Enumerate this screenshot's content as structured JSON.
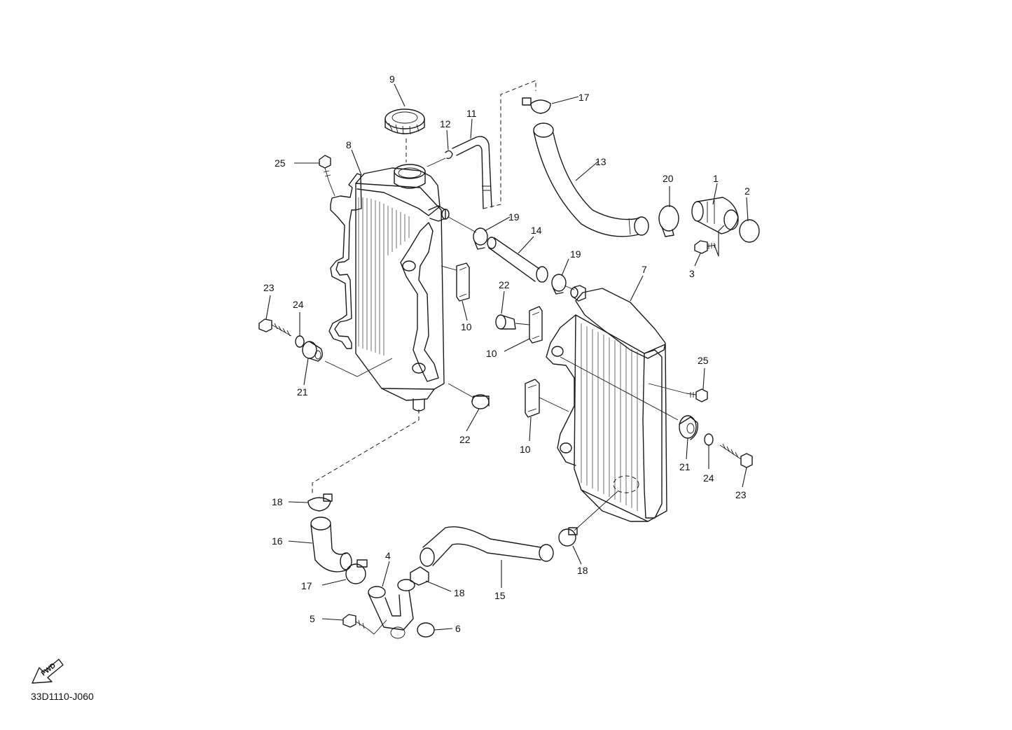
{
  "diagram": {
    "drawing_code": "33D1110-J060",
    "direction_marker": "FWD",
    "callouts": [
      {
        "id": "c1",
        "label": "1"
      },
      {
        "id": "c2",
        "label": "2"
      },
      {
        "id": "c3",
        "label": "3"
      },
      {
        "id": "c4",
        "label": "4"
      },
      {
        "id": "c5",
        "label": "5"
      },
      {
        "id": "c6",
        "label": "6"
      },
      {
        "id": "c7",
        "label": "7"
      },
      {
        "id": "c8",
        "label": "8"
      },
      {
        "id": "c9",
        "label": "9"
      },
      {
        "id": "c10a",
        "label": "10"
      },
      {
        "id": "c10b",
        "label": "10"
      },
      {
        "id": "c10c",
        "label": "10"
      },
      {
        "id": "c11",
        "label": "11"
      },
      {
        "id": "c12",
        "label": "12"
      },
      {
        "id": "c13",
        "label": "13"
      },
      {
        "id": "c14",
        "label": "14"
      },
      {
        "id": "c15",
        "label": "15"
      },
      {
        "id": "c16",
        "label": "16"
      },
      {
        "id": "c17a",
        "label": "17"
      },
      {
        "id": "c17b",
        "label": "17"
      },
      {
        "id": "c18a",
        "label": "18"
      },
      {
        "id": "c18b",
        "label": "18"
      },
      {
        "id": "c18c",
        "label": "18"
      },
      {
        "id": "c19a",
        "label": "19"
      },
      {
        "id": "c19b",
        "label": "19"
      },
      {
        "id": "c20",
        "label": "20"
      },
      {
        "id": "c21a",
        "label": "21"
      },
      {
        "id": "c21b",
        "label": "21"
      },
      {
        "id": "c22a",
        "label": "22"
      },
      {
        "id": "c22b",
        "label": "22"
      },
      {
        "id": "c23a",
        "label": "23"
      },
      {
        "id": "c23b",
        "label": "23"
      },
      {
        "id": "c24a",
        "label": "24"
      },
      {
        "id": "c24b",
        "label": "24"
      },
      {
        "id": "c25a",
        "label": "25"
      },
      {
        "id": "c25b",
        "label": "25"
      }
    ]
  }
}
